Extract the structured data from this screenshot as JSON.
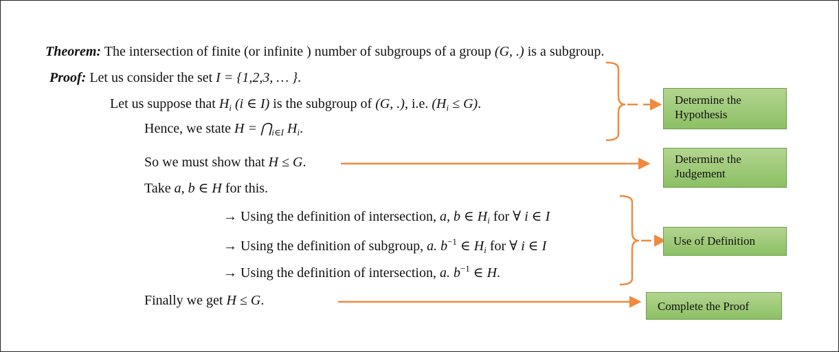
{
  "theorem": {
    "lead": "Theorem:",
    "text_a": " The intersection of finite (or infinite ) number of subgroups of a group ",
    "group": "(G, .)",
    "text_b": " is a subgroup."
  },
  "proof": {
    "lead": "Proof:",
    "l1_a": " Let us consider the set ",
    "l1_set": "I = {1,2,3, … }",
    "l1_b": ".",
    "l2_a": "Let us suppose that ",
    "l2_h": "H",
    "l2_i": "i",
    "l2_cond": " (i ∈ I)",
    "l2_b": " is the subgroup of ",
    "l2_group": "(G, .)",
    "l2_c": ", i.e. ",
    "l2_rel_open": "(H",
    "l2_rel_i": "i",
    "l2_rel_close": " ≤ G)",
    "l2_d": ".",
    "l3_a": "Hence, we state ",
    "l3_h": "H = ⋂",
    "l3_sub": "i∈I",
    "l3_hi": " H",
    "l3_i": "i",
    "l3_b": ".",
    "l4_a": "So we must show that ",
    "l4_rel": "H ≤ G",
    "l4_b": ".",
    "l5_a": "Take ",
    "l5_ab": "a, b ∈ H",
    "l5_b": " for this.",
    "l6_a": "→ Using the definition of intersection, ",
    "l6_ab": "a, b ∈ H",
    "l6_i": "i",
    "l6_b": " for ∀ ",
    "l6_c": "i ∈ I",
    "l7_a": "→ Using the definition of subgroup, ",
    "l7_ab": "a. b",
    "l7_sup": "−1",
    "l7_in": " ∈ H",
    "l7_i": "i",
    "l7_b": " for ∀ ",
    "l7_c": "i ∈ I",
    "l8_a": "→ Using the definition of intersection, ",
    "l8_ab": "a. b",
    "l8_sup": "−1",
    "l8_in": " ∈ H",
    "l8_b": ".",
    "l9_a": "Finally we get ",
    "l9_rel": "H ≤ G",
    "l9_b": "."
  },
  "boxes": {
    "hypothesis": "Determine the Hypothesis",
    "judgement": "Determine the Judgement",
    "definition": "Use of Definition",
    "complete": "Complete the Proof"
  },
  "colors": {
    "arrow": "#f08a3c",
    "box_top": "#b3d58f",
    "box_bottom": "#8cc065",
    "box_border": "#6d9a4d"
  }
}
